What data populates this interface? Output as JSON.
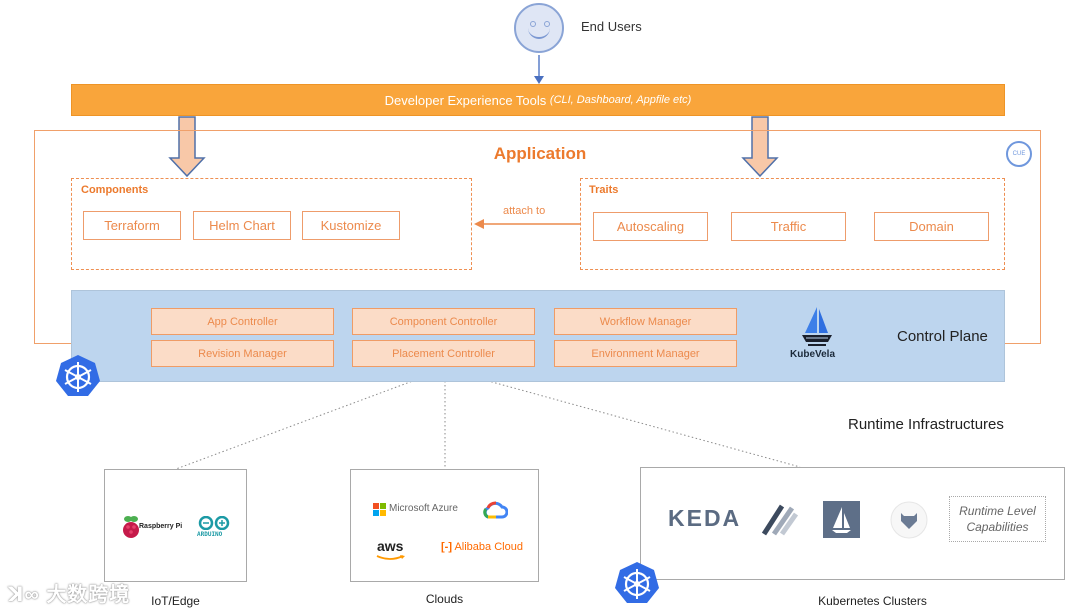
{
  "end_users": {
    "label": "End Users",
    "icon": "smiley-face-icon"
  },
  "dev_tools": {
    "label": "Developer Experience Tools",
    "detail": "(CLI, Dashboard, Appfile etc)"
  },
  "application": {
    "title": "Application",
    "badge": "CUE",
    "components": {
      "title": "Components",
      "items": [
        "Terraform",
        "Helm Chart",
        "Kustomize"
      ]
    },
    "traits": {
      "title": "Traits",
      "items": [
        "Autoscaling",
        "Traffic",
        "Domain"
      ]
    },
    "attach_label": "attach to"
  },
  "control_plane": {
    "label": "Control Plane",
    "brand": "KubeVela",
    "controllers": [
      "App Controller",
      "Component Controller",
      "Workflow Manager",
      "Revision Manager",
      "Placement Controller",
      "Environment Manager"
    ]
  },
  "runtime": {
    "title": "Runtime Infrastructures",
    "groups": [
      {
        "label": "IoT/Edge",
        "logos": [
          "Raspberry Pi",
          "ARDUINO"
        ]
      },
      {
        "label": "Clouds",
        "logos": [
          "Microsoft Azure",
          "Google Cloud",
          "aws",
          "Alibaba Cloud"
        ]
      },
      {
        "label": "Kubernetes Clusters",
        "logos": [
          "KEDA",
          "Flagger",
          "Istio",
          "OPA"
        ],
        "extra": "Runtime Level Capabilities"
      }
    ]
  },
  "watermark": "大数跨境",
  "colors": {
    "orange_accent": "#ec7a2d",
    "dev_bar": "#f9a53b",
    "control_plane_bg": "#bdd5ee",
    "controller_fill": "#fbdcc7",
    "k8s_blue": "#326ce5"
  }
}
